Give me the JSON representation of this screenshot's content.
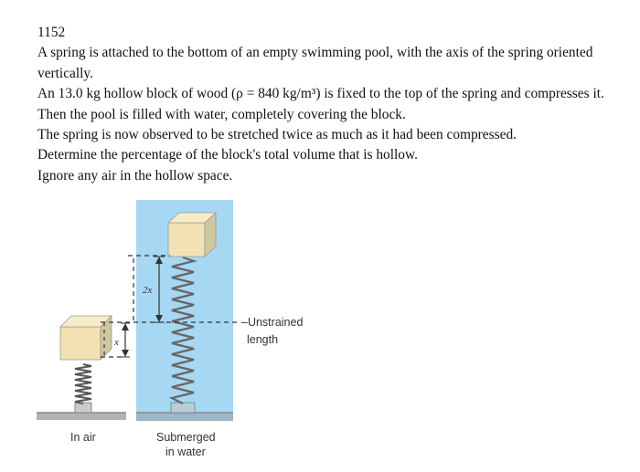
{
  "problem": {
    "number": "1152",
    "lines": [
      "A spring is attached to the bottom of an empty swimming pool, with the axis of the spring oriented vertically.",
      "An 13.0 kg hollow block of wood (ρ = 840 kg/m³) is fixed to the top of the spring and compresses it.",
      "Then the pool is filled with water, completely covering the block.",
      "The spring is now observed to be stretched twice as much as it had been compressed.",
      "Determine the percentage of the block's total volume that is hollow.",
      "Ignore any air in the hollow space."
    ]
  },
  "figure": {
    "label_in_air": "In air",
    "label_submerged_1": "Submerged",
    "label_submerged_2": "in water",
    "label_unstrained_1": "–Unstrained",
    "label_unstrained_2": "length",
    "dim_2x": "2x",
    "dim_x": "x",
    "colors": {
      "water": "#a6d8f3",
      "block_front": "#f3e1b3",
      "block_top": "#f7ecc8",
      "block_side": "#cfc79f",
      "ground": "#9a9a9a"
    }
  }
}
